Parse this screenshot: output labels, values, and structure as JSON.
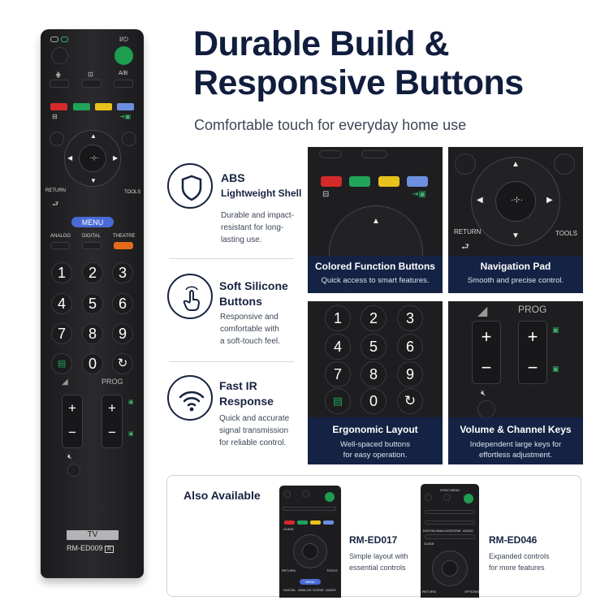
{
  "headline": {
    "line1": "Durable Build &",
    "line2": "Responsive Buttons",
    "subtitle": "Comfortable touch for everyday home use"
  },
  "features": [
    {
      "icon": "shield-icon",
      "title1": "ABS",
      "title2": "Lightweight Shell",
      "desc": [
        "Durable and impact-",
        "resistant for long-",
        "lasting use."
      ]
    },
    {
      "icon": "touch-hand-icon",
      "title1": "Soft Silicone",
      "title2": "Buttons",
      "desc": [
        "Responsive and",
        "comfortable with",
        "a soft-touch feel."
      ]
    },
    {
      "icon": "wifi-signal-icon",
      "title1": "Fast IR",
      "title2": "Response",
      "desc": [
        "Quick and accurate",
        "signal transmission",
        "for reliable control."
      ]
    }
  ],
  "tiles": [
    {
      "title": "Colored Function Buttons",
      "desc1": "Quick access to smart features.",
      "desc2": ""
    },
    {
      "title": "Navigation Pad",
      "desc1": "Smooth and precise control.",
      "desc2": ""
    },
    {
      "title": "Ergonomic Layout",
      "desc1": "Well-spaced buttons",
      "desc2": "for easy operation."
    },
    {
      "title": "Volume & Channel Keys",
      "desc1": "Independent large keys for",
      "desc2": "effortless adjustment."
    }
  ],
  "also": {
    "title": "Also Available",
    "models": [
      {
        "name": "RM-ED017",
        "desc1": "Simple layout with",
        "desc2": "essential controls"
      },
      {
        "name": "RM-ED046",
        "desc1": "Expanded controls",
        "desc2": "for more features"
      }
    ]
  },
  "remote": {
    "power_label": "I/⏻",
    "ab_label": "A/B",
    "return_label": "RETURN",
    "tools_label": "TOOLS",
    "menu_label": "MENU",
    "analog_label": "ANALOG",
    "digital_label": "DIGITAL",
    "theatre_label": "THEATRE",
    "numbers": [
      "1",
      "2",
      "3",
      "4",
      "5",
      "6",
      "7",
      "8",
      "9",
      "0"
    ],
    "prog_label": "PROG",
    "plus": "+",
    "minus": "−",
    "tv_label": "TV",
    "model_label": "RM-ED009",
    "model_badge": "R"
  },
  "mini1": {
    "guide": "GUIDE",
    "return": "RETURN",
    "tools": "TOOLS",
    "menu": "MENU",
    "bottom": [
      "DIGITAL",
      "ANALOG",
      "SCENE",
      "AUDIO"
    ]
  },
  "mini2": {
    "sync_menu": "SYNC MENU",
    "guide": "GUIDE",
    "return": "RETURN",
    "options": "OPTIONS",
    "row": [
      "DIGITAL/ANALOG",
      "SCENE",
      "AUDIO"
    ]
  },
  "colors": {
    "red": "#d42a2a",
    "green": "#1fa45a",
    "yellow": "#e8c21c",
    "blue": "#6d8fe0",
    "power_green": "#1e9c50",
    "menu_blue": "#4a6bd6",
    "theatre_orange": "#e66a1a",
    "navy": "#132446"
  }
}
